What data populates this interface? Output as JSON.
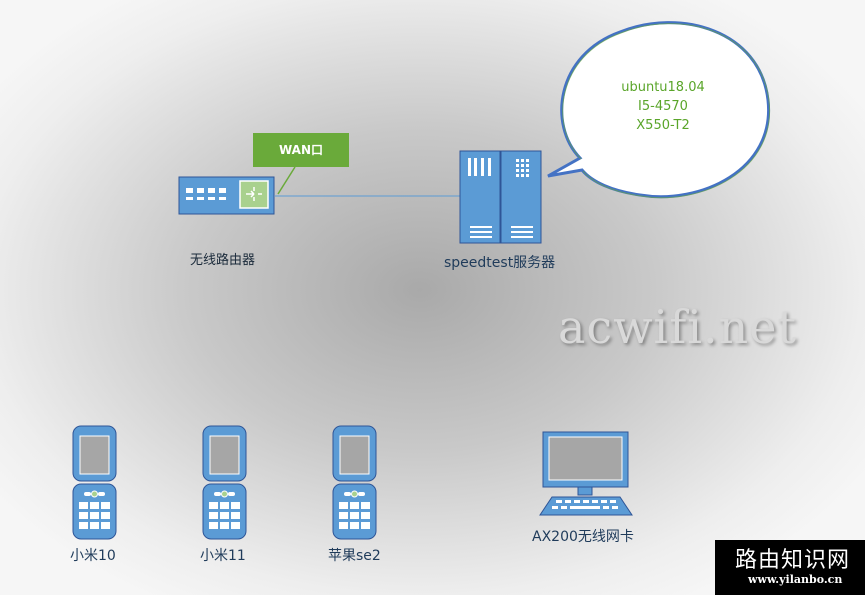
{
  "router": {
    "label": "无线路由器",
    "icon": "router-icon"
  },
  "wan": {
    "label": "WAN口"
  },
  "server": {
    "label": "speedtest服务器",
    "icon": "server-icon"
  },
  "bubble": {
    "lines": [
      "ubuntu18.04",
      "I5-4570",
      "X550-T2"
    ]
  },
  "devices": [
    {
      "label": "小米10",
      "icon": "phone-icon"
    },
    {
      "label": "小米11",
      "icon": "phone-icon"
    },
    {
      "label": "苹果se2",
      "icon": "phone-icon"
    },
    {
      "label": "AX200无线网卡",
      "icon": "desktop-computer-icon"
    }
  ],
  "watermark": "acwifi.net",
  "brand": {
    "title": "路由知识网",
    "url": "www.yilanbo.cn"
  },
  "colors": {
    "device_blue": "#5b9bd5",
    "device_border": "#2f5597",
    "wan_green": "#6aaa3a",
    "bubble_text_green": "#5aa52a",
    "bubble_border": "#4472c4"
  }
}
